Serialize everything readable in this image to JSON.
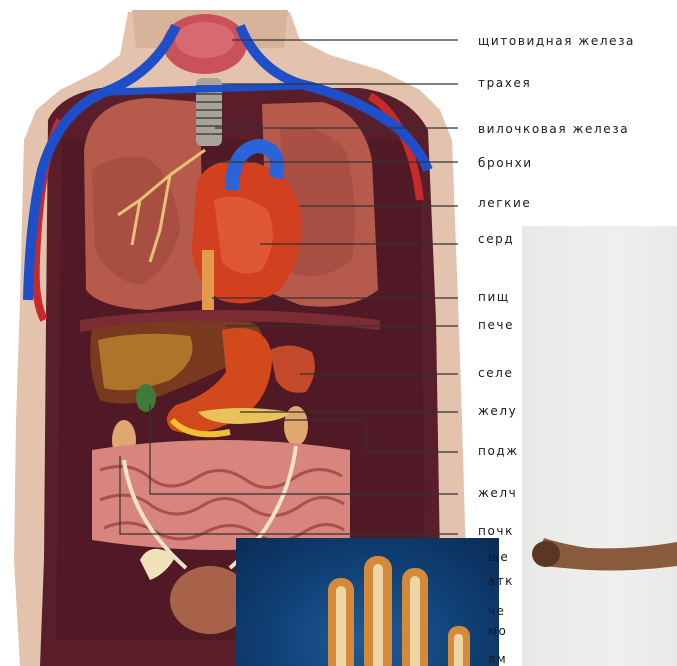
{
  "labels": [
    {
      "id": "thyroid",
      "text": "щитовидная железа"
    },
    {
      "id": "trachea",
      "text": "трахея"
    },
    {
      "id": "thymus",
      "text": "вилочковая железа"
    },
    {
      "id": "bronchi",
      "text": "бронхи"
    },
    {
      "id": "lungs",
      "text": "легкие"
    },
    {
      "id": "heart",
      "text": "серд"
    },
    {
      "id": "esophagus",
      "text": "пищ"
    },
    {
      "id": "liver",
      "text": "пече"
    },
    {
      "id": "spleen",
      "text": "селе"
    },
    {
      "id": "stomach",
      "text": "желу"
    },
    {
      "id": "pancreas",
      "text": "подж"
    },
    {
      "id": "gallbladder",
      "text": "желч"
    },
    {
      "id": "kidneys",
      "text": "почк"
    }
  ],
  "cut_labels": [
    {
      "id": "cut-1",
      "text": "ше"
    },
    {
      "id": "cut-2",
      "text": "атк"
    },
    {
      "id": "cut-3",
      "text": "че"
    },
    {
      "id": "cut-4",
      "text": "мо"
    },
    {
      "id": "cut-5",
      "text": "ям"
    }
  ],
  "colors": {
    "skin": "#e3c3ae",
    "cavity": "#5a1e2a",
    "lung": "#b65a4c",
    "heart": "#d3401f",
    "liver": "#7a3a20",
    "artery": "#c62a2a",
    "vein": "#1f4fc8",
    "leader_line": "#333333"
  }
}
